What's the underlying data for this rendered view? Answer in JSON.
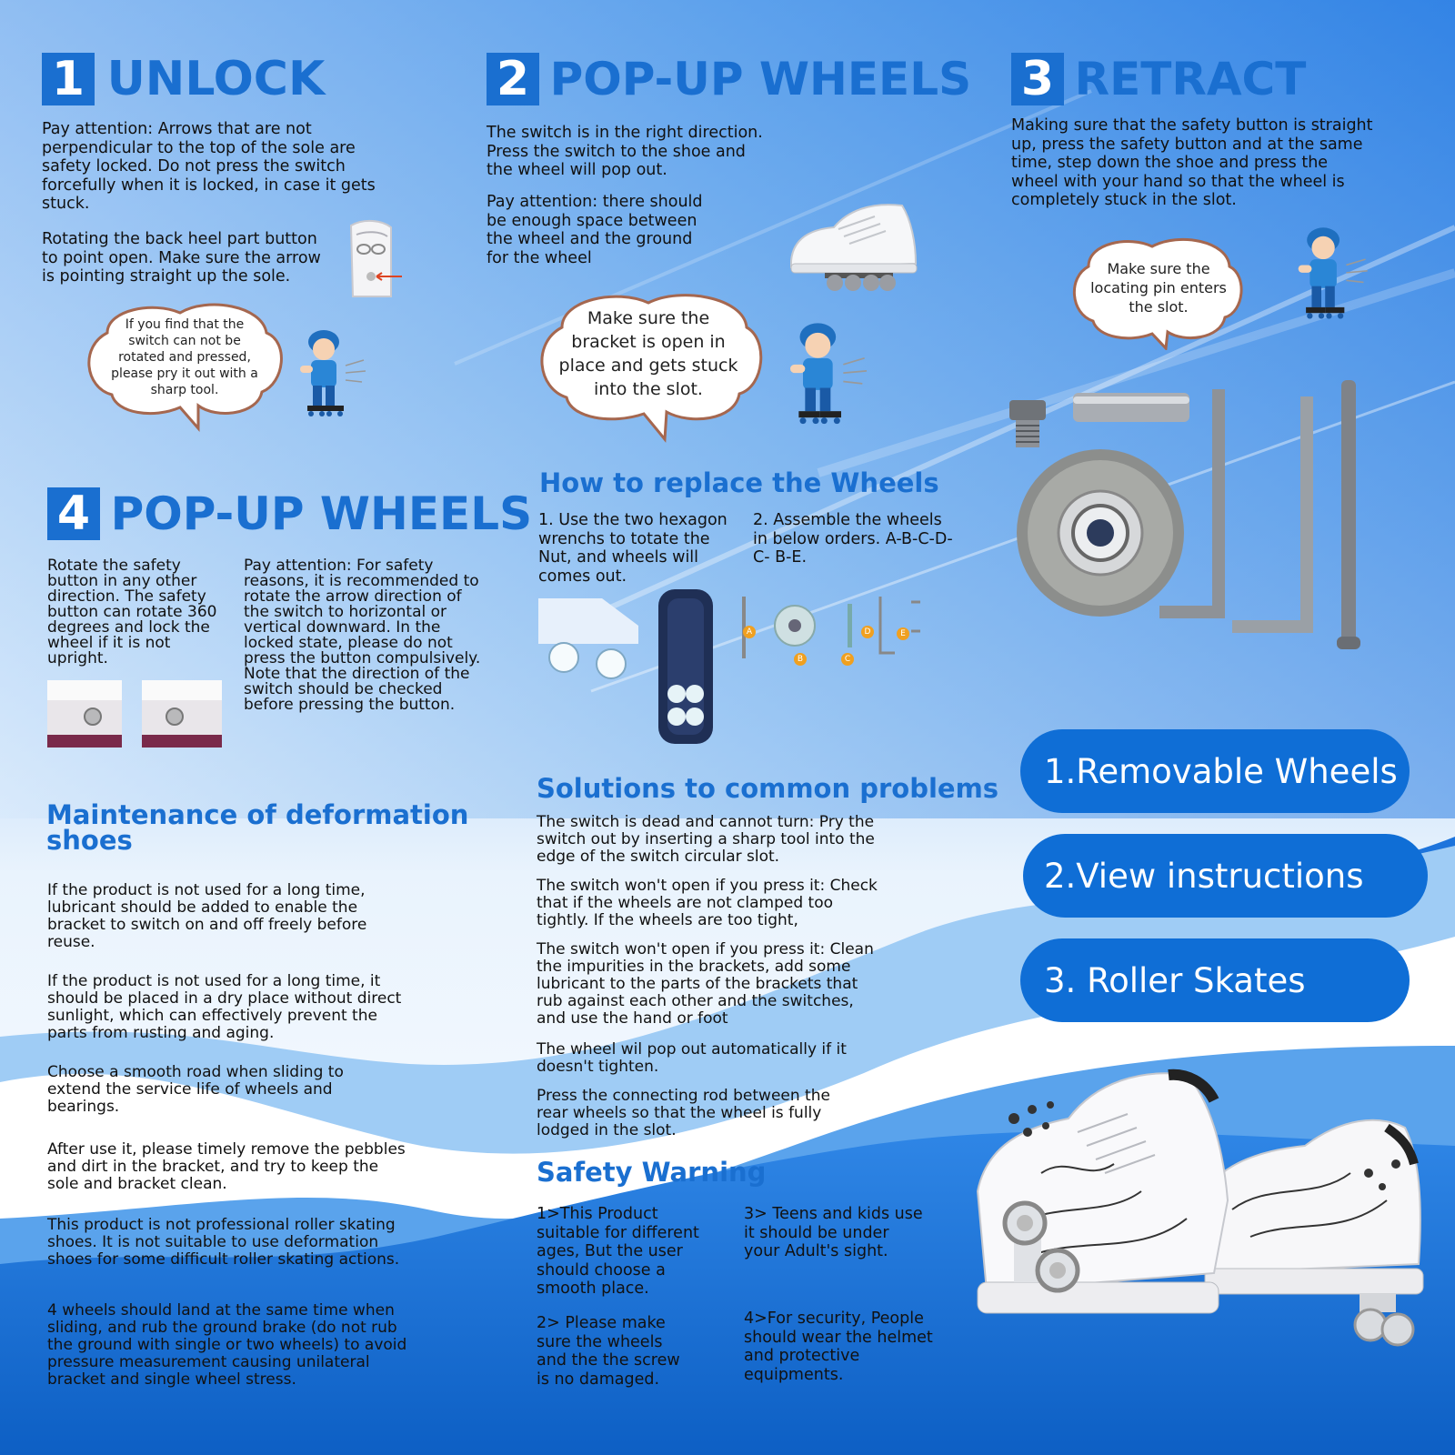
{
  "step1": {
    "num": "1",
    "title": "UNLOCK",
    "para1": "Pay attention: Arrows that are not perpendicular to the top of the sole are safety locked. Do not press the switch forcefully when it is locked, in case it gets stuck.",
    "para2": "Rotating the back heel part button to point open. Make sure the arrow is pointing straight up the sole.",
    "bubble": "If you find that the switch can not be rotated and pressed, please pry it out with a sharp tool."
  },
  "step2": {
    "num": "2",
    "title": "POP-UP WHEELS",
    "para1": "The switch is in the right direction. Press the switch to the shoe and the wheel will pop out.",
    "para2": "Pay attention: there should be enough space between the wheel and the ground for the wheel",
    "bubble": "Make sure the bracket is open in place and gets stuck into the slot."
  },
  "step3": {
    "num": "3",
    "title": "RETRACT",
    "para1": "Making sure that the safety button is straight up, press the safety button and at the same time, step down the shoe and press the wheel with your hand so that the wheel is completely stuck in the slot.",
    "bubble": "Make sure the locating pin enters the slot."
  },
  "step4": {
    "num": "4",
    "title": "POP-UP WHEELS",
    "col1": "Rotate the safety button in any other direction. The safety button can rotate 360 degrees and lock the wheel if it is not upright.",
    "col2": "Pay attention: For safety reasons, it is recommended to rotate the arrow direction of the switch to horizontal or vertical downward. In the locked state, please do not press the button compulsively. Note that the direction of the switch should be checked before pressing the button."
  },
  "replace": {
    "title": "How to replace the Wheels",
    "step1": "1. Use the two hexagon wrenchs to totate the Nut, and wheels will comes out.",
    "step2": "2. Assemble the wheels in below orders. A-B-C-D-C- B-E.",
    "parts": [
      "A",
      "B",
      "C",
      "D",
      "E"
    ]
  },
  "maintenance": {
    "title": "Maintenance of deformation shoes",
    "items": [
      "If the product is not used for a long time, lubricant should be added to enable the bracket to switch on and off freely before reuse.",
      "If the product is not used for a long time, it should be placed in a dry place without direct sunlight, which can effectively prevent the parts from rusting and aging.",
      "Choose a smooth road when sliding to extend the service life of wheels and bearings.",
      "After use it, please timely remove the pebbles and dirt in the bracket, and try to keep the sole and bracket clean.",
      "This product is not professional roller skating shoes. It is not suitable to use deformation shoes for some difficult roller skating actions.",
      "4 wheels should land at the same time when sliding, and rub the ground brake (do not rub the ground with single or two wheels) to avoid pressure measurement causing unilateral bracket and single wheel stress."
    ]
  },
  "solutions": {
    "title": "Solutions to common problems",
    "items": [
      "The switch is dead and cannot turn: Pry the switch out by inserting a sharp tool into the edge of the switch circular slot.",
      "The switch won't open if you press it: Check that if the wheels are not clamped too tightly. If the wheels are too tight,",
      "The switch won't open if you press it: Clean the impurities in the brackets, add some lubricant to the parts of the brackets that rub against each other and the switches, and use the hand or foot",
      "The wheel wil pop out automatically if it doesn't tighten.",
      "Press the connecting rod between the rear wheels so that the wheel is fully lodged in the slot."
    ]
  },
  "safety": {
    "title": "Safety Warning",
    "items": [
      "1>This Product suitable for different ages, But the user should choose a smooth place.",
      "2> Please make sure the wheels and the the screw is no damaged.",
      "3> Teens and kids use it should be under your Adult's sight.",
      "4>For security, People should wear the helmet and protective equipments."
    ]
  },
  "features": [
    "1.Removable Wheels",
    "2.View instructions",
    "3. Roller Skates"
  ],
  "colors": {
    "accent": "#1a6fd0",
    "pill": "#0f6ed6",
    "cloud_border": "#a5674f"
  }
}
